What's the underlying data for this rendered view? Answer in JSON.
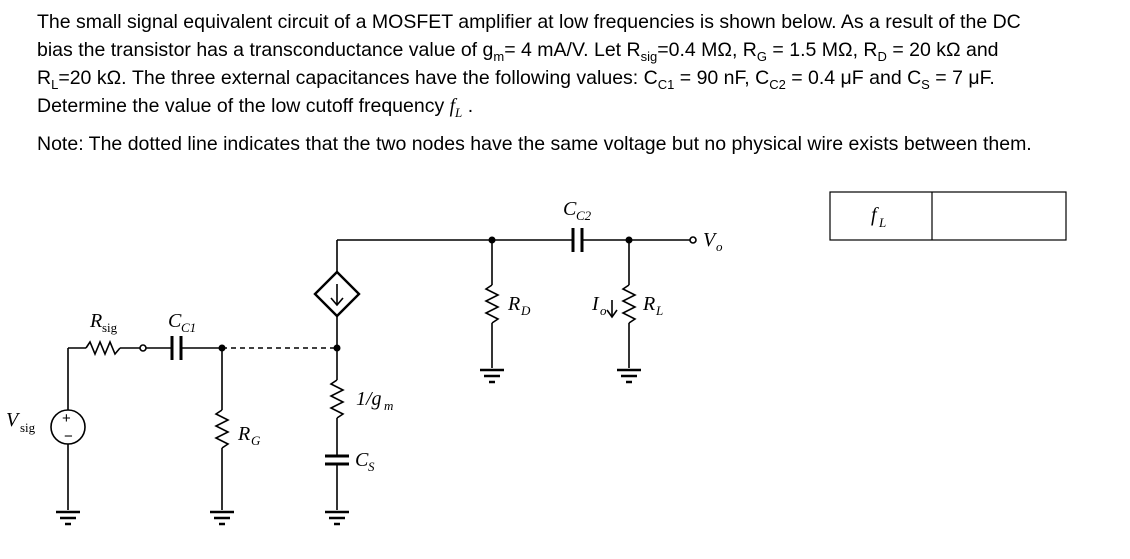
{
  "problem": {
    "line1": "The small signal equivalent circuit of a MOSFET amplifier at low frequencies is shown below.  As a result of the DC",
    "line2_pre": "bias the transistor has a transconductance value of g",
    "line2_sub_m": "m",
    "line2_mid1": "= 4 mA/V.  Let R",
    "line2_sub_sig": "sig",
    "line2_mid2": "=0.4 MΩ, R",
    "line2_sub_G": "G",
    "line2_mid3": " = 1.5 MΩ, R",
    "line2_sub_D": "D",
    "line2_end": " = 20 kΩ and",
    "line3_pre": "R",
    "line3_sub_L": "L",
    "line3_mid1": "=20 kΩ. The three external capacitances have the following values: C",
    "line3_sub_C1": "C1",
    "line3_mid2": " =  90 nF,  C",
    "line3_sub_C2": "C2",
    "line3_mid3": " = 0.4 μF  and C",
    "line3_sub_S": "S",
    "line3_end": " = 7 μF.",
    "line4_pre": "Determine the value of the low cutoff frequency  ",
    "line4_f": "f",
    "line4_sub_L": "L",
    "line4_end": " ."
  },
  "note": {
    "text": "Note:  The dotted line indicates that the two nodes have the same voltage but no physical wire exists between them."
  },
  "circuit": {
    "labels": {
      "vsig_main": "V",
      "vsig_sub": "sig",
      "rsig_main": "R",
      "rsig_sub": "sig",
      "cc1_main": "C",
      "cc1_sub": "C1",
      "rg_main": "R",
      "rg_sub": "G",
      "inv_gm": "1/g",
      "inv_gm_sub": "m",
      "cs_main": "C",
      "cs_sub": "S",
      "cc2_main": "C",
      "cc2_sub": "C2",
      "rd_main": "R",
      "rd_sub": "D",
      "io_main": "I",
      "io_sub": "o",
      "rl_main": "R",
      "rl_sub": "L",
      "vo_main": "V",
      "vo_sub": "o",
      "plus": "+",
      "minus": "−"
    }
  },
  "answer_table": {
    "label_main": "f",
    "label_sub": "L",
    "value": ""
  }
}
